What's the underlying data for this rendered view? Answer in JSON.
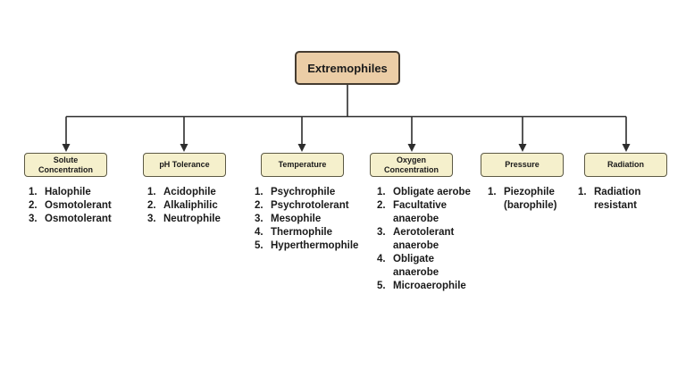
{
  "root": {
    "label": "Extremophiles"
  },
  "categories": [
    {
      "label": "Solute Concentration",
      "items": [
        {
          "n": "1.",
          "lines": [
            "Halophile"
          ]
        },
        {
          "n": "2.",
          "lines": [
            "Osmotolerant"
          ]
        },
        {
          "n": "3.",
          "lines": [
            "Osmotolerant"
          ]
        }
      ]
    },
    {
      "label": "pH Tolerance",
      "items": [
        {
          "n": "1.",
          "lines": [
            "Acidophile"
          ]
        },
        {
          "n": "2.",
          "lines": [
            "Alkaliphilic"
          ]
        },
        {
          "n": "3.",
          "lines": [
            "Neutrophile"
          ]
        }
      ]
    },
    {
      "label": "Temperature",
      "items": [
        {
          "n": "1.",
          "lines": [
            "Psychrophile"
          ]
        },
        {
          "n": "2.",
          "lines": [
            "Psychrotolerant"
          ]
        },
        {
          "n": "3.",
          "lines": [
            "Mesophile"
          ]
        },
        {
          "n": "4.",
          "lines": [
            "Thermophile"
          ]
        },
        {
          "n": "5.",
          "lines": [
            "Hyperthermophile"
          ]
        }
      ]
    },
    {
      "label": "Oxygen Concentration",
      "items": [
        {
          "n": "1.",
          "lines": [
            "Obligate aerobe"
          ]
        },
        {
          "n": "2.",
          "lines": [
            "Facultative",
            "anaerobe"
          ]
        },
        {
          "n": "3.",
          "lines": [
            "Aerotolerant",
            "anaerobe"
          ]
        },
        {
          "n": "4.",
          "lines": [
            "Obligate",
            "anaerobe"
          ]
        },
        {
          "n": "5.",
          "lines": [
            "Microaerophile"
          ]
        }
      ]
    },
    {
      "label": "Pressure",
      "items": [
        {
          "n": "1.",
          "lines": [
            "Piezophile",
            "(barophile)"
          ]
        }
      ]
    },
    {
      "label": "Radiation",
      "items": [
        {
          "n": "1.",
          "lines": [
            "Radiation",
            "resistant"
          ]
        }
      ]
    }
  ],
  "colors": {
    "root_fill": "#ebcda6",
    "root_border": "#453c31",
    "cat_fill": "#f5f0cc",
    "cat_border": "#5c5944",
    "line": "#2d2d2d",
    "text": "#1a1a1a",
    "bg": "#ffffff"
  }
}
